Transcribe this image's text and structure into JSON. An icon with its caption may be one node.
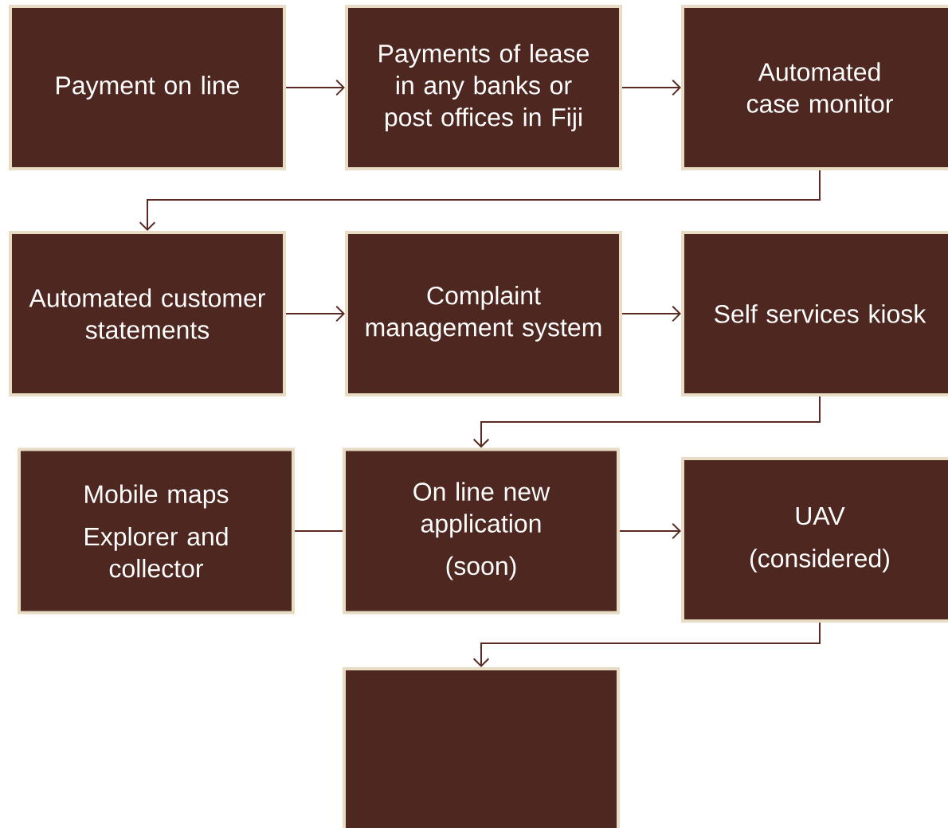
{
  "diagram": {
    "nodes": [
      {
        "text": [
          "Payment on line"
        ]
      },
      {
        "text": [
          "Payments of lease in any banks or post offices in Fiji"
        ]
      },
      {
        "text": [
          "Automated case monitor"
        ]
      },
      {
        "text": [
          "Automated customer statements"
        ]
      },
      {
        "text": [
          "Complaint management system"
        ]
      },
      {
        "text": [
          "Self services kiosk"
        ]
      },
      {
        "text": [
          "Mobile maps",
          "Explorer and collector"
        ]
      },
      {
        "text": [
          "On line new application",
          "(soon)"
        ]
      },
      {
        "text": [
          "UAV",
          "(considered)"
        ]
      },
      {
        "text": [],
        "shape": "box"
      }
    ],
    "edges": [
      {
        "from": 0,
        "to": 1,
        "arrow": "to"
      },
      {
        "from": 1,
        "to": 2,
        "arrow": "to"
      },
      {
        "from": 2,
        "to": 3,
        "arrow": "to"
      },
      {
        "from": 3,
        "to": 4,
        "arrow": "to"
      },
      {
        "from": 4,
        "to": 5,
        "arrow": "to"
      },
      {
        "from": 5,
        "to": 7,
        "arrow": "to"
      },
      {
        "from": 7,
        "to": 6,
        "arrow": "none"
      },
      {
        "from": 7,
        "to": 8,
        "arrow": "to"
      },
      {
        "from": 8,
        "to": 9,
        "arrow": "to"
      }
    ]
  }
}
